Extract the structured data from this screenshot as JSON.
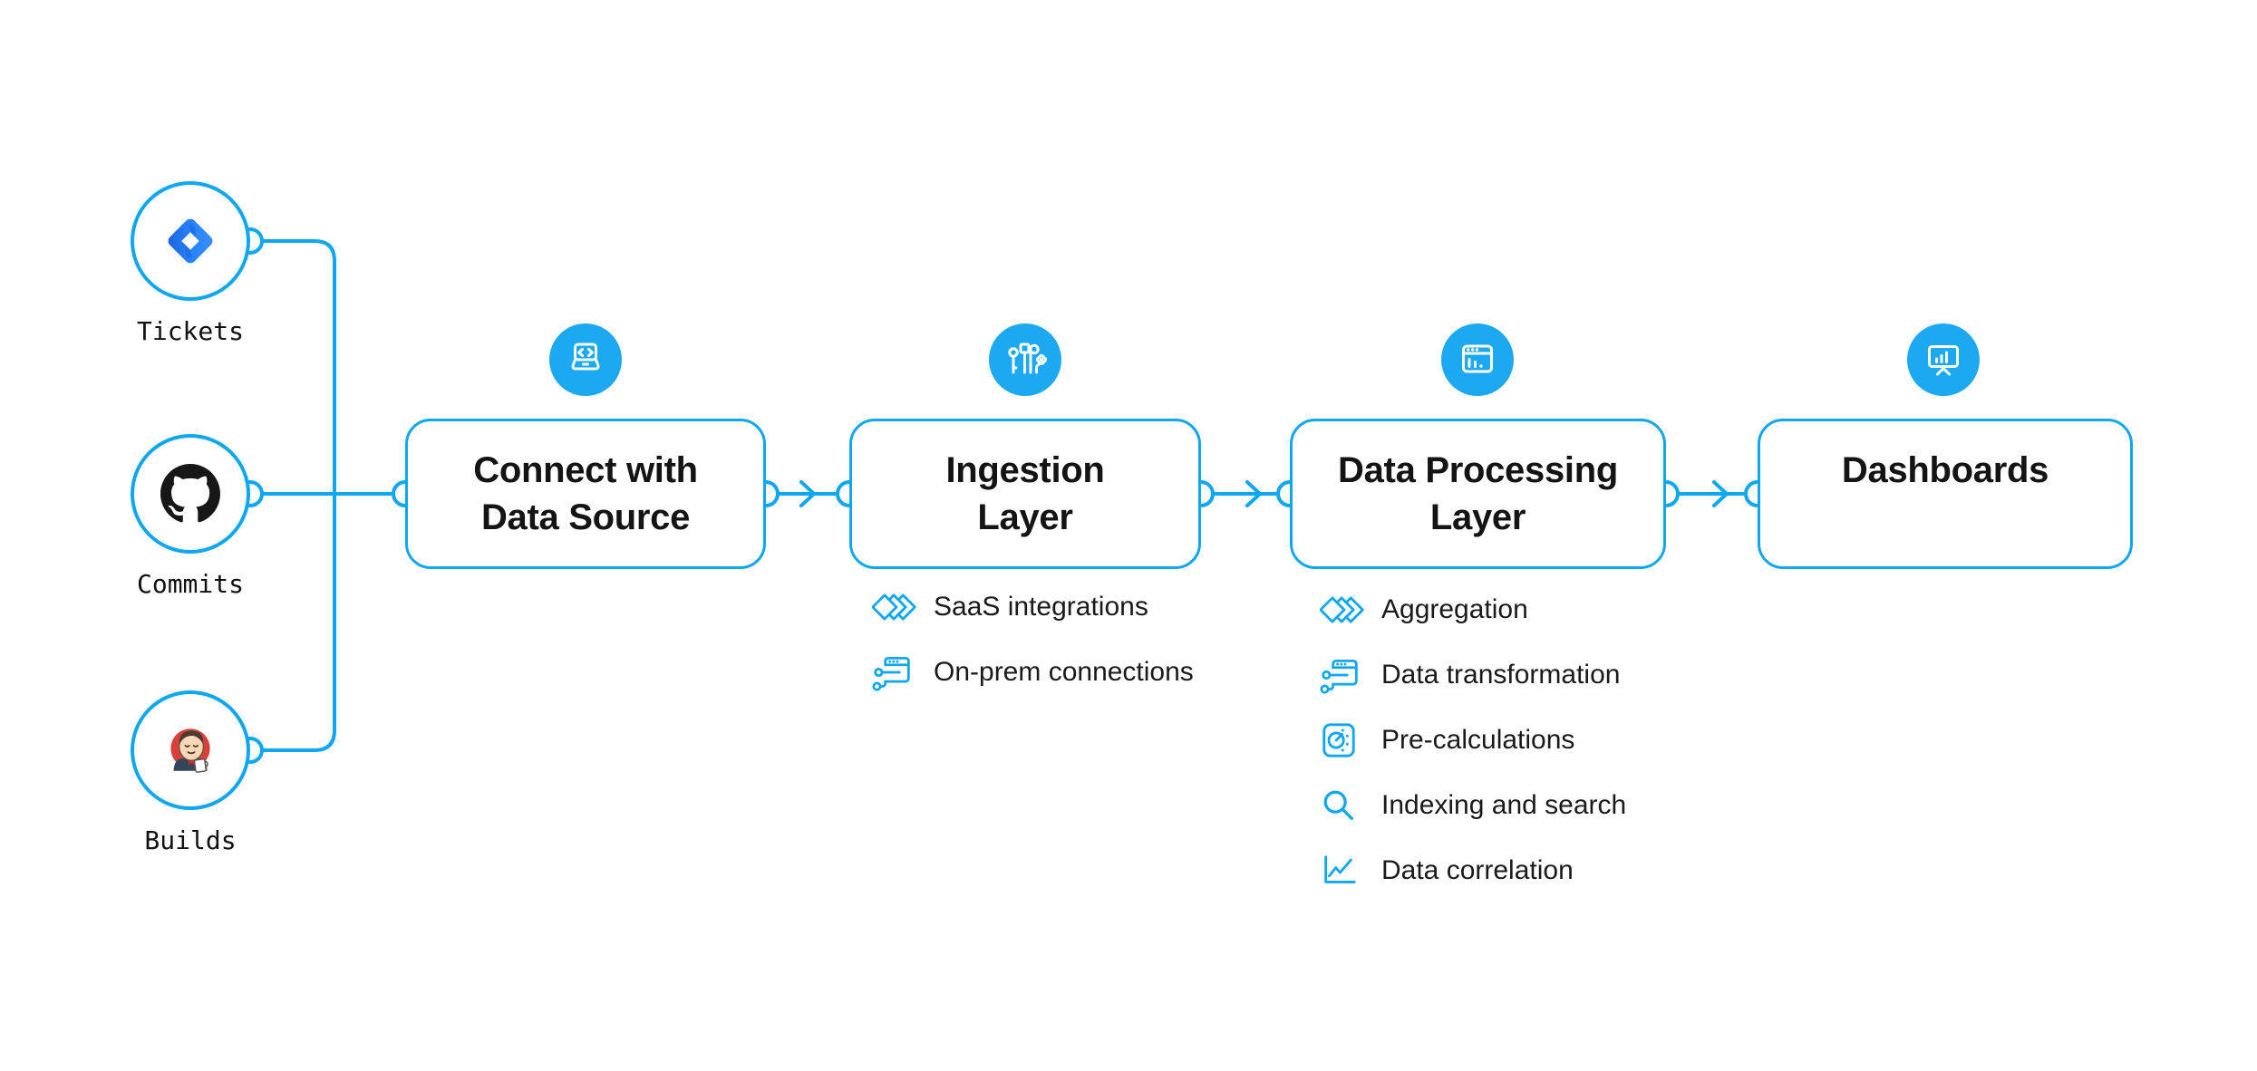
{
  "colors": {
    "accent": "#0FA7F1",
    "badge": "#1CA9F1",
    "jira_blue_light": "#3E8EF7",
    "jira_blue_dark": "#1D63DB",
    "github_black": "#181717",
    "jenkins_red": "#D9403A",
    "text_dark": "#141414"
  },
  "sources": [
    {
      "label": "Tickets",
      "icon": "jira-icon"
    },
    {
      "label": "Commits",
      "icon": "github-icon"
    },
    {
      "label": "Builds",
      "icon": "jenkins-icon"
    }
  ],
  "stages": [
    {
      "label_line1": "Connect with",
      "label_line2": "Data Source",
      "icon": "laptop-code-icon"
    },
    {
      "label_line1": "Ingestion",
      "label_line2": "Layer",
      "icon": "circuit-icon"
    },
    {
      "label_line1": "Data Processing",
      "label_line2": "Layer",
      "icon": "browser-chart-icon"
    },
    {
      "label_line1": "Dashboards",
      "label_line2": "",
      "icon": "presentation-chart-icon"
    }
  ],
  "lists": {
    "ingestion": {
      "items": [
        {
          "label": "SaaS integrations",
          "icon": "diamonds-icon"
        },
        {
          "label": "On-prem connections",
          "icon": "window-sliders-icon"
        }
      ]
    },
    "processing": {
      "items": [
        {
          "label": "Aggregation",
          "icon": "diamonds-icon"
        },
        {
          "label": "Data transformation",
          "icon": "window-sliders-icon"
        },
        {
          "label": "Pre-calculations",
          "icon": "gauge-icon"
        },
        {
          "label": "Indexing and search",
          "icon": "search-icon"
        },
        {
          "label": "Data correlation",
          "icon": "line-chart-icon"
        }
      ]
    }
  }
}
